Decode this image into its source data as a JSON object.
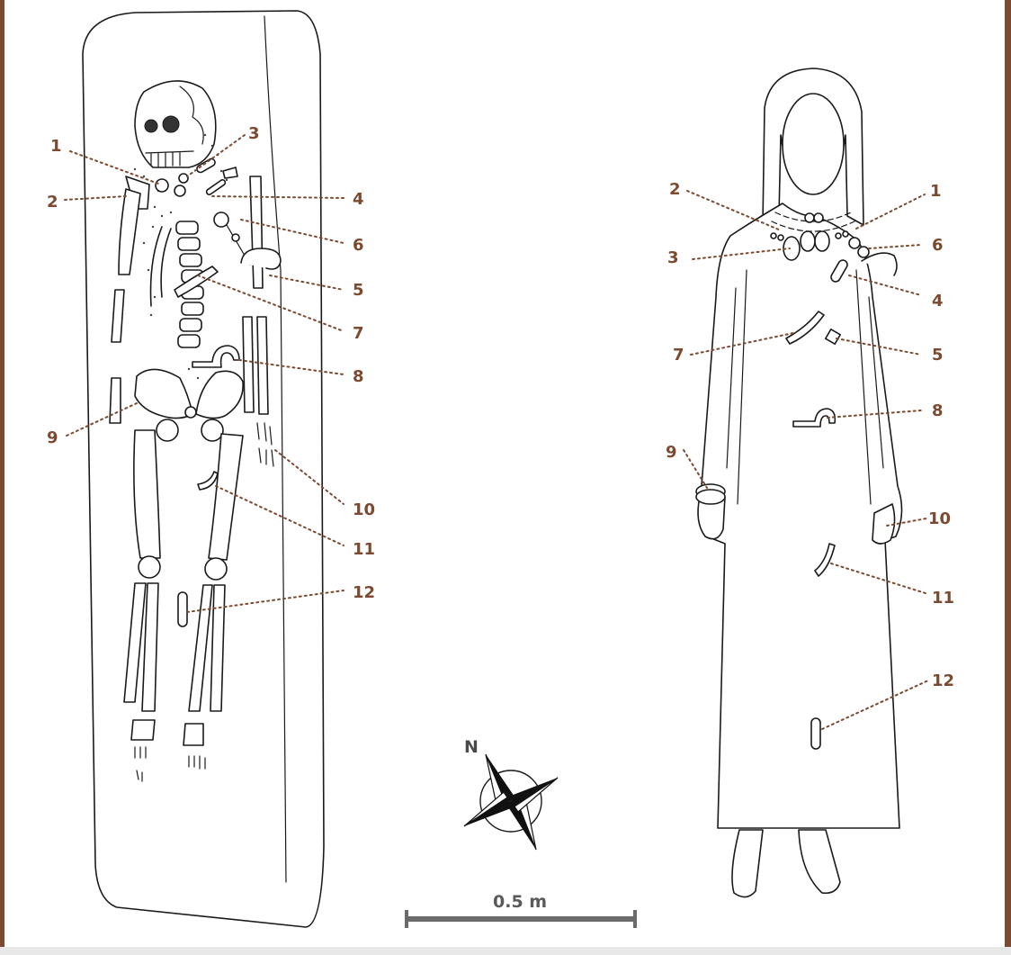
{
  "colors": {
    "frame_border": "#7b4a30",
    "label": "#7b4a30",
    "leader": "#7b4a30",
    "ink": "#1a1a1a",
    "scale_bar": "#6b6b6b",
    "footer_bar": "#e8e8e8"
  },
  "left_panel": {
    "labels": [
      "1",
      "2",
      "3",
      "4",
      "5",
      "6",
      "7",
      "8",
      "9",
      "10",
      "11",
      "12"
    ]
  },
  "right_panel": {
    "labels": [
      "1",
      "2",
      "3",
      "4",
      "5",
      "6",
      "7",
      "8",
      "9",
      "10",
      "11",
      "12"
    ]
  },
  "compass": {
    "north_label": "N",
    "icon": "compass-rose-icon"
  },
  "scale_bar": {
    "label": "0.5 m"
  }
}
